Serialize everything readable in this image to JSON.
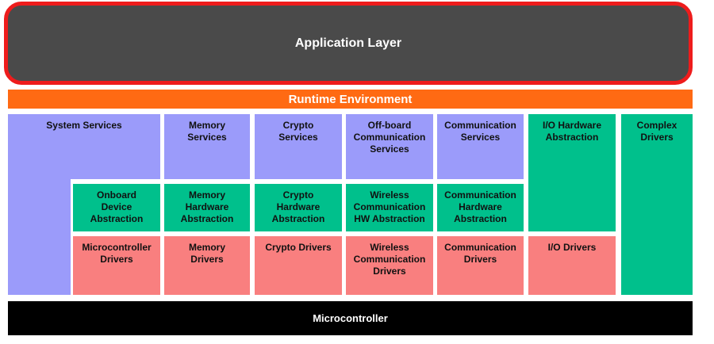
{
  "application_layer": "Application Layer",
  "runtime_environment": "Runtime Environment",
  "microcontroller": "Microcontroller",
  "services": {
    "system": "System Services",
    "memory": "Memory\nServices",
    "crypto": "Crypto\nServices",
    "offboard": "Off-board\nCommunication\nServices",
    "communication": "Communication\nServices"
  },
  "io_hardware_abstraction": "I/O Hardware\nAbstraction",
  "complex_drivers": "Complex\nDrivers",
  "hardware_abstraction": {
    "onboard": "Onboard\nDevice\nAbstraction",
    "memory": "Memory\nHardware\nAbstraction",
    "crypto": "Crypto\nHardware\nAbstraction",
    "wireless": "Wireless\nCommunication\nHW Abstraction",
    "communication": "Communication\nHardware\nAbstraction"
  },
  "drivers": {
    "microcontroller": "Microcontroller\nDrivers",
    "memory": "Memory\nDrivers",
    "crypto": "Crypto Drivers",
    "wireless": "Wireless\nCommunication\nDrivers",
    "communication": "Communication\nDrivers",
    "io": "I/O Drivers"
  },
  "colors": {
    "app_fill": "#4a4a4a",
    "app_border": "#ee1c1c",
    "rte": "#ff6a13",
    "services": "#9b9bfa",
    "abstraction": "#00c08c",
    "drivers": "#f97f7f",
    "microcontroller": "#000000"
  }
}
